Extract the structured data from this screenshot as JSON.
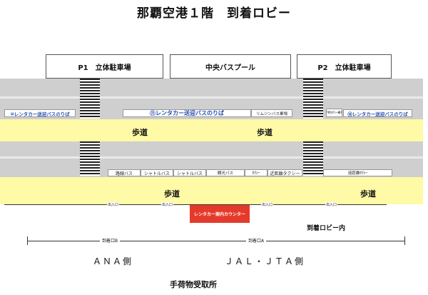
{
  "title": "那覇空港１階　到着ロビー",
  "parking": {
    "p1": "P1　立体駐車場",
    "center": "中央バスプール",
    "p2": "P2　立体駐車場"
  },
  "stops": {
    "rental10": "⑩レンタカー送迎バスのりば",
    "rental11": "⑪レンタカー送迎バスのりば",
    "limousine": "リムジンバス乗場",
    "reserved_taxi": "予約ﾀｸｼｰ乗場",
    "rental14": "⑭レンタカー送迎バスのりば",
    "route_bus": "路線バス",
    "shuttle1": "シャトルバス",
    "shuttle2": "シャトルバス",
    "tour_bus": "観光バス",
    "taxi": "ﾀｸｼｰ",
    "short_taxi": "近距離タクシー",
    "far_taxi": "遠距離ﾀｸｼｰ"
  },
  "sidewalk": "歩道",
  "entrance": "出入口",
  "counter": "レンタカー案内カウンター",
  "lobby_inside": "到着ロビー内",
  "gates": {
    "b": "到着口B",
    "a": "到着口A"
  },
  "sides": {
    "ana": "ＡＮＡ側",
    "jal": "ＪＡＬ・ＪＴＡ側"
  },
  "baggage": "手荷物受取所"
}
